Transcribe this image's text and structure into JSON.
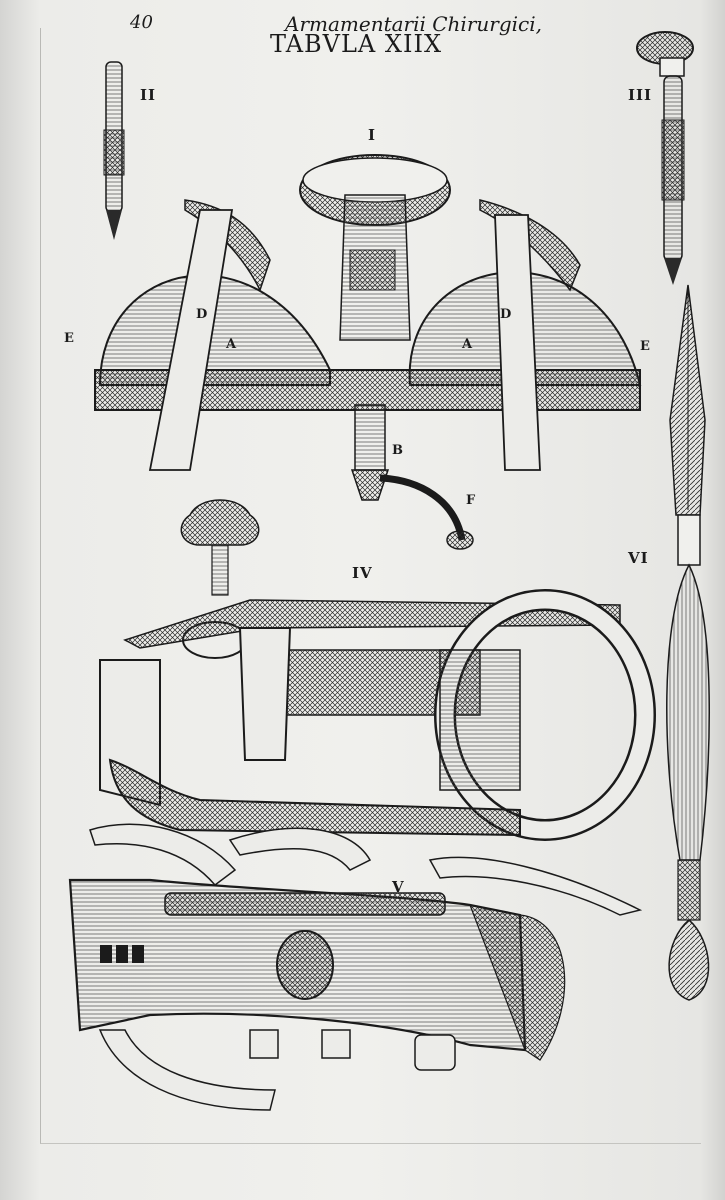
{
  "header": {
    "page_number": "40",
    "running_title": "Armamentarii Chirurgici,",
    "plate_title": "TABVLA XIIX"
  },
  "figure_labels": {
    "I": "I",
    "II": "II",
    "III": "III",
    "IV": "IV",
    "V": "V",
    "VI": "VI"
  },
  "part_letters": {
    "A_left": "A",
    "A_right": "A",
    "D_left": "D",
    "D_right": "D",
    "E_left": "E",
    "E_right": "E",
    "B": "B",
    "F": "F"
  },
  "colors": {
    "ink": "#1b1b1b",
    "paper": "#f0f0ed",
    "hatch": "#3a3a3a"
  }
}
